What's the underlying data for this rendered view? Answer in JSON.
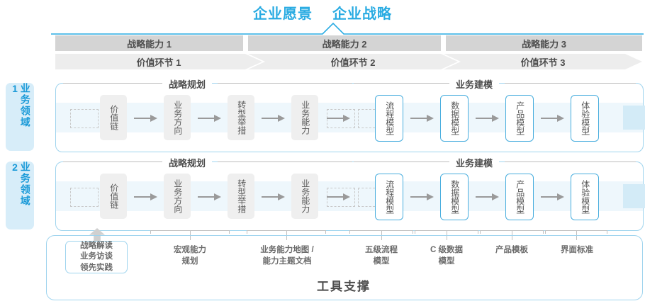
{
  "header": {
    "titles": [
      "企业愿景",
      "企业战略"
    ],
    "capabilities": [
      "战略能力 1",
      "战略能力 2",
      "战略能力 3"
    ],
    "value_links": [
      "价值环节 1",
      "价值环节 2",
      "价值环节 3"
    ]
  },
  "side_labels": [
    "业务领域 1",
    "业务领域 2"
  ],
  "rows": [
    {
      "left_title": "战略规划",
      "right_title": "业务建模",
      "left_nodes": [
        "价值链",
        "业务方向",
        "转型举措",
        "业务能力"
      ],
      "right_nodes": [
        "流程模型",
        "数据模型",
        "产品模型",
        "体验模型"
      ]
    },
    {
      "left_title": "战略规划",
      "right_title": "业务建模",
      "left_nodes": [
        "价值链",
        "业务方向",
        "转型举措",
        "业务能力"
      ],
      "right_nodes": [
        "流程模型",
        "数据模型",
        "产品模型",
        "体验模型"
      ]
    }
  ],
  "bottom": {
    "tool_box": "战略解读\n业务访谈\n领先实践",
    "labels": [
      "宏观能力\n规划",
      "业务能力地图 /\n能力主题文档",
      "五级流程\n模型",
      "C 级数据\n模型",
      "产品模板",
      "界面标准"
    ],
    "support_title": "工具支撑"
  },
  "colors": {
    "accent_blue": "#29abe2",
    "border_blue": "#9fd4ee",
    "band_blue": "#eef7fc",
    "arrow_blue": "#d3ebf7",
    "bar_dark": "#d4d4d4",
    "bar_light": "#ededed",
    "node_gray": "#efefef",
    "text_gray": "#4d4d4d"
  }
}
